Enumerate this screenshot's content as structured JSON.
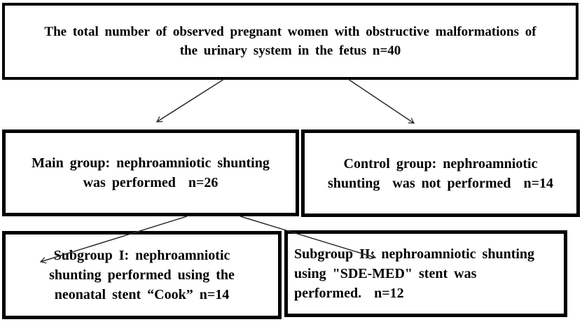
{
  "figure": {
    "type": "flowchart",
    "background_color": "#ffffff",
    "box_border_color": "#000000",
    "text_color": "#000000",
    "connector_color": "#2b2b2b"
  },
  "nodes": {
    "total": {
      "lines": [
        "The total number of observed pregnant women with obstructive malformations of",
        "the urinary system in the fetus n=40"
      ]
    },
    "main": {
      "lines": [
        "Main group: nephroamniotic shunting",
        "was performed  n=26"
      ]
    },
    "control": {
      "lines": [
        "Control group: nephroamniotic",
        "shunting  was not performed  n=14"
      ]
    },
    "subgroup1": {
      "lines": [
        "Subgroup I: nephroamniotic",
        "shunting performed using the",
        "neonatal stent “Cook” n=14"
      ]
    },
    "subgroup2": {
      "lines": [
        "Subgroup II: nephroamniotic shunting",
        "using \"SDE-MED\" stent was",
        "performed.  n=12"
      ]
    }
  },
  "connectors": [
    {
      "from": "total",
      "to": "main"
    },
    {
      "from": "total",
      "to": "control"
    },
    {
      "from": "main",
      "to": "subgroup1"
    },
    {
      "from": "main",
      "to": "subgroup2"
    }
  ]
}
